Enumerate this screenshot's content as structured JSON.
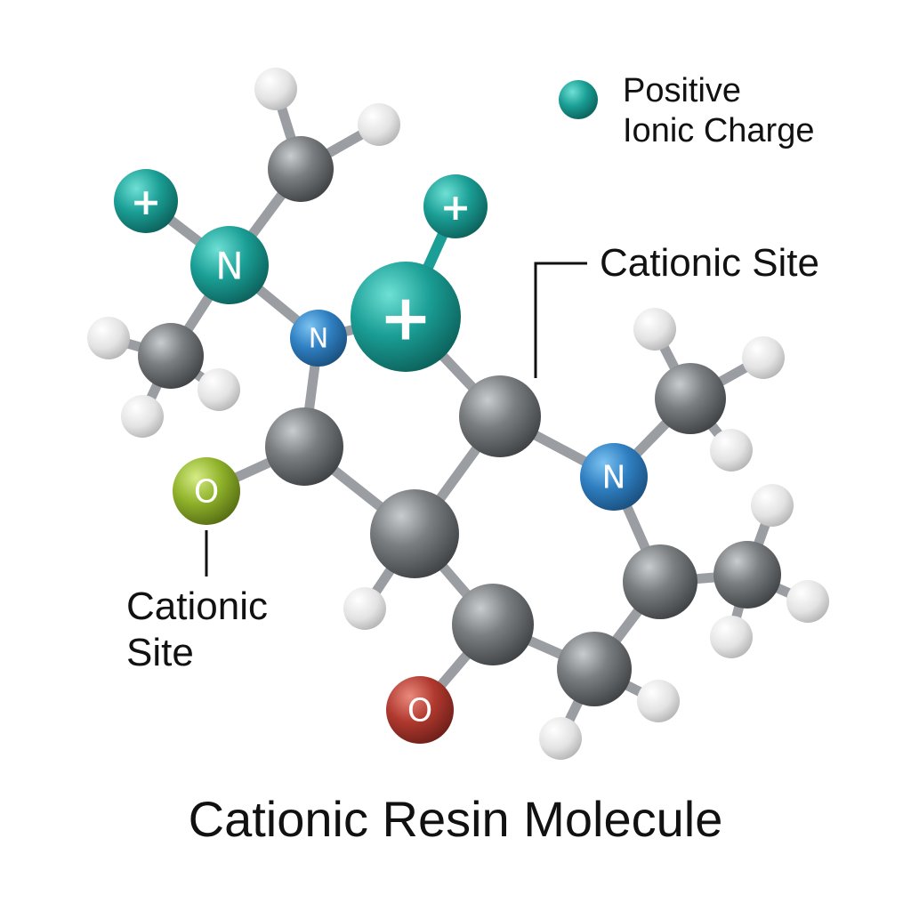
{
  "title": "Cationic Resin Molecule",
  "legend": {
    "label_line1": "Positive",
    "label_line2": "Ionic Charge",
    "color": "#1a9e95"
  },
  "annotations": {
    "right_label": "Cationic Site",
    "left_label_line1": "Cationic",
    "left_label_line2": "Site"
  },
  "atom_labels": {
    "nitrogen": "N",
    "oxygen": "O",
    "positive": "+"
  },
  "colors": {
    "carbon": "#6b6f72",
    "hydrogen": "#e6e6e6",
    "nitrogen": "#2f7fc1",
    "charged_nitrogen": "#1a9e95",
    "positive_charge": "#1a9e95",
    "oxygen_double": "#b0392f",
    "oxygen_site": "#8fb22a",
    "bond": "#9a9ea2",
    "charge_bond": "#1a9e95",
    "text": "#111111"
  }
}
